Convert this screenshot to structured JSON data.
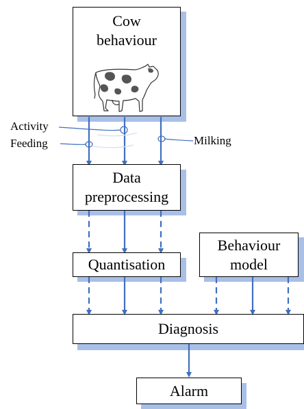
{
  "diagram": {
    "nodes": {
      "cow_behaviour": {
        "line1": "Cow",
        "line2": "behaviour"
      },
      "data_preprocessing": {
        "line1": "Data",
        "line2": "preprocessing"
      },
      "quantisation": {
        "label": "Quantisation"
      },
      "behaviour_model": {
        "line1": "Behaviour",
        "line2": "model"
      },
      "diagnosis": {
        "label": "Diagnosis"
      },
      "alarm": {
        "label": "Alarm"
      }
    },
    "signals": {
      "activity": "Activity",
      "feeding": "Feeding",
      "milking": "Milking"
    }
  },
  "colors": {
    "arrow": "#3f6fbf",
    "shadow": "#a9bfe6",
    "border": "#000000"
  },
  "icons": {
    "cow": "cow-sketch-icon"
  }
}
